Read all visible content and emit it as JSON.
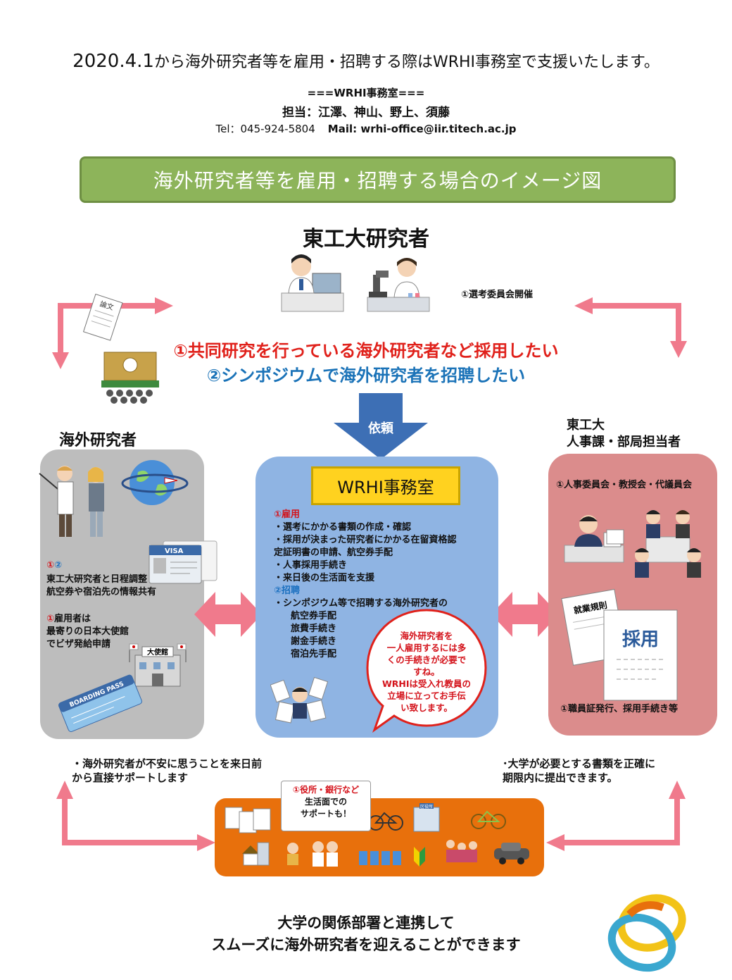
{
  "header": {
    "top_note_lead": "2020.4.1",
    "top_note_rest": "から海外研究者等を雇用・招聘する際はWRHI事務室で支援いたします。",
    "office_name": "===WRHI事務室===",
    "staff": "担当：江澤、神山、野上、須藤",
    "tel": "Tel：045-924-5804",
    "mail": "Mail: wrhi-office@iir.titech.ac.jp"
  },
  "banner_title": "海外研究者等を雇用・招聘する場合のイメージ図",
  "top_section": {
    "title": "東工大研究者",
    "selection_note": "①選考委員会開催",
    "paper_label": "論文",
    "goal1": "①共同研究を行っている海外研究者など採用したい",
    "goal2": "②シンポジウムで海外研究者を招聘したい",
    "request_label": "依頼"
  },
  "left": {
    "title": "海外研究者",
    "visa_label": "VISA",
    "steps_marker1": "①",
    "steps_marker2": "②",
    "steps_line1": "東工大研究者と日程調整",
    "steps_line2": "航空券や宿泊先の情報共有",
    "visa_marker": "①",
    "visa_line1": "雇用者は",
    "visa_line2": "最寄りの日本大使館",
    "visa_line3": "でビザ発給申請",
    "embassy_label": "大使館",
    "boarding_label": "BOARDING PASS"
  },
  "center": {
    "box_title": "WRHI事務室",
    "hire_heading": "①雇用",
    "hire_items": [
      "・選考にかかる書類の作成・確認",
      "・採用が決まった研究者にかかる在留資格認",
      "定証明書の申請、航空券手配",
      "・人事採用手続き",
      "・来日後の生活面を支援"
    ],
    "invite_heading": "②招聘",
    "invite_intro": "・シンポジウム等で招聘する海外研究者の",
    "invite_items": [
      "航空券手配",
      "旅費手続き",
      "謝金手続き",
      "宿泊先手配"
    ],
    "speech_lines": [
      "海外研究者を",
      "一人雇用するには多",
      "くの手続きが必要で",
      "すね。",
      "WRHIは受入れ教員の",
      "立場に立ってお手伝",
      "い致します。"
    ]
  },
  "right": {
    "title_line1": "東工大",
    "title_line2": "人事課・部局担当者",
    "committee": "①人事委員会・教授会・代議員会",
    "rules_label": "就業規則",
    "hire_label": "採用",
    "card_note": "①職員証発行、採用手続き等"
  },
  "bottom": {
    "left_note_line1": "・海外研究者が不安に思うことを来日前",
    "left_note_line2": "から直接サポートします",
    "right_note_line1": "･大学が必要とする書類を正確に",
    "right_note_line2": "期限内に提出できます。",
    "bubble_line1": "①役所・銀行など",
    "bubble_line2": "生活面での",
    "bubble_line3": "サポートも！",
    "office_label": "区役所"
  },
  "closing": {
    "line1": "大学の関係部署と連携して",
    "line2": "スムーズに海外研究者を迎えることができます"
  },
  "colors": {
    "arrow_pink": "#f07a8c",
    "banner_green": "#8db45a",
    "left_panel": "#bdbdbd",
    "center_panel": "#8fb4e3",
    "right_panel": "#db8c8c",
    "wrhi_yellow": "#ffd21f",
    "bottom_orange": "#e8700c",
    "request_arrow": "#3d6fb5",
    "red_text": "#e0211b",
    "blue_text": "#1b73b8"
  }
}
